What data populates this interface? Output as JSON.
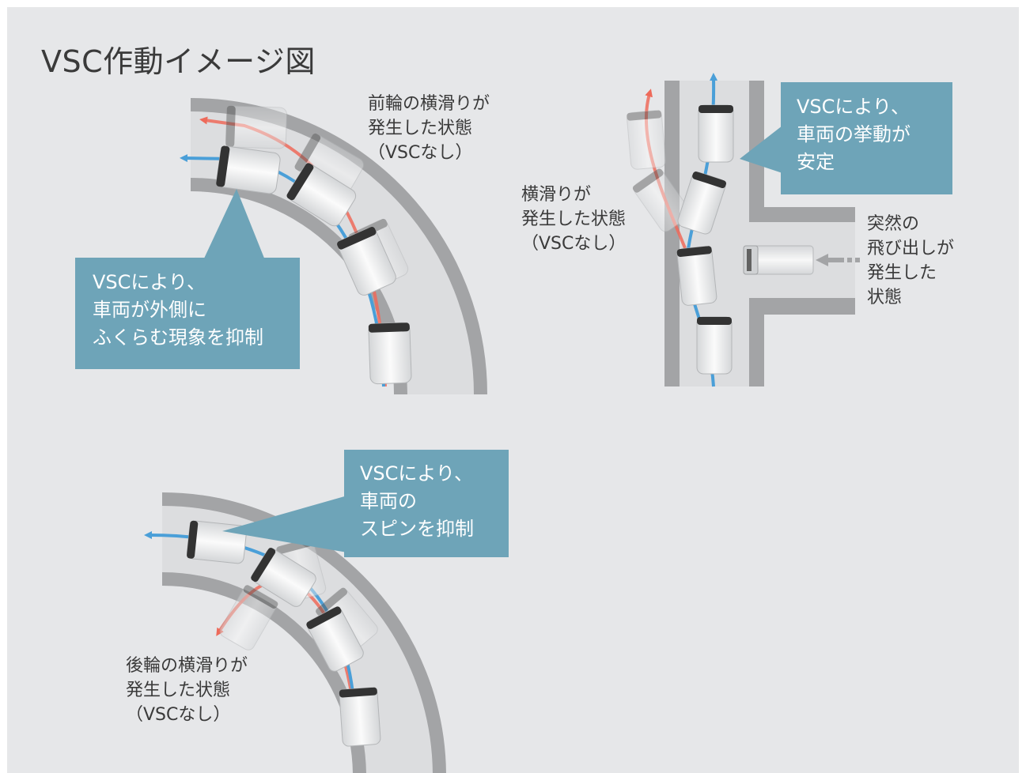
{
  "title": "VSC作動イメージ図",
  "scenarios": [
    {
      "id": "front-wheel-slip",
      "without_vsc_label": [
        "前輪の横滑りが",
        "発生した状態",
        "（VSCなし）"
      ],
      "with_vsc_callout": [
        "VSCにより、",
        "車両が外側に",
        "ふくらむ現象を抑制"
      ]
    },
    {
      "id": "sudden-obstacle",
      "without_vsc_label": [
        "横滑りが",
        "発生した状態",
        "（VSCなし）"
      ],
      "with_vsc_callout": [
        "VSCにより、",
        "車両の挙動が",
        "安定"
      ],
      "cause_label": [
        "突然の",
        "飛び出しが",
        "発生した",
        "状態"
      ]
    },
    {
      "id": "rear-wheel-slip",
      "without_vsc_label": [
        "後輪の横滑りが",
        "発生した状態",
        "（VSCなし）"
      ],
      "with_vsc_callout": [
        "VSCにより、",
        "車両の",
        "スピンを抑制"
      ]
    }
  ],
  "colors": {
    "background": "#e6e7e9",
    "road_shoulder": "#a3a4a6",
    "road_lane": "#dcdddf",
    "callout": "#6ea4b8",
    "path_with_vsc": "#4a9fd8",
    "path_without_vsc": "#ee6a5a"
  }
}
